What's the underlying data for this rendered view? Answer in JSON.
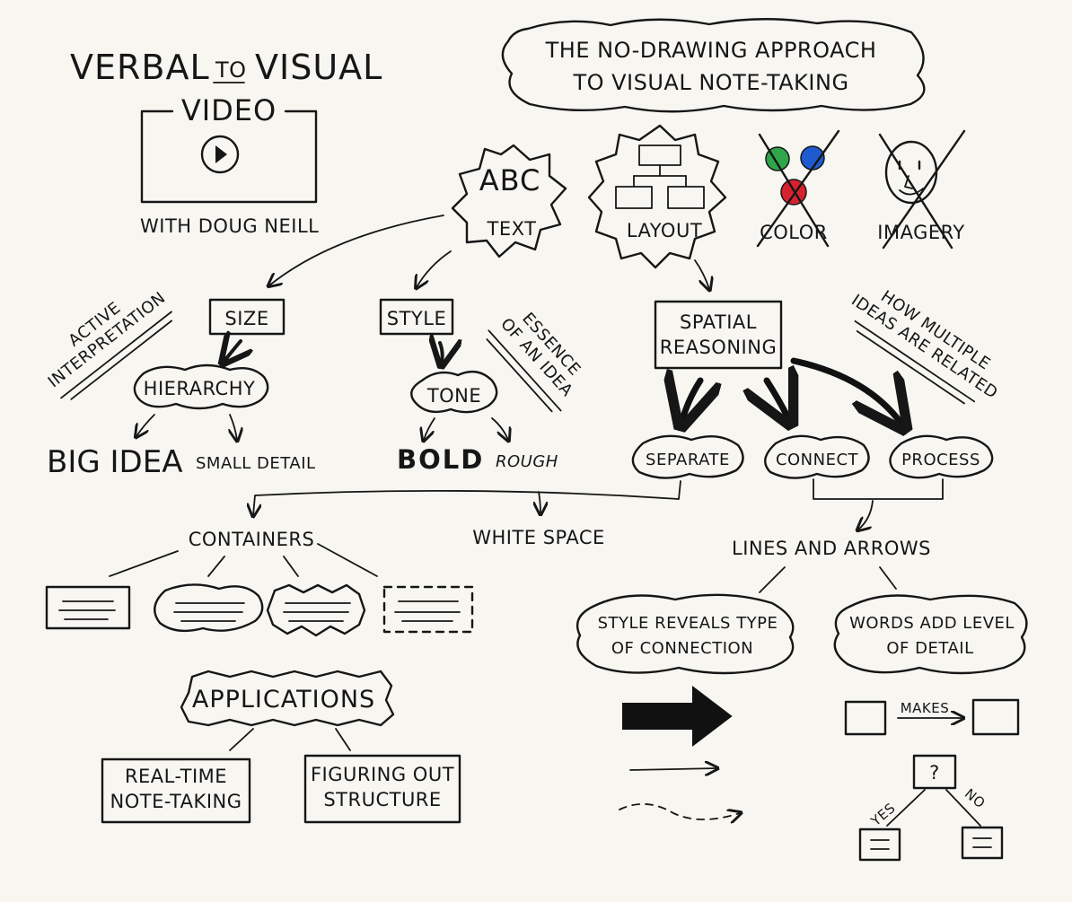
{
  "header": {
    "brand_line1_left": "VERBAL",
    "brand_line1_mid": "TO",
    "brand_line1_right": "VISUAL",
    "video_label": "VIDEO",
    "byline": "WITH DOUG NEILL",
    "title_line1": "THE NO-DRAWING APPROACH",
    "title_line2": "TO VISUAL NOTE-TAKING"
  },
  "top_elements": {
    "text_symbol": "ABC",
    "text_label": "TEXT",
    "layout_label": "LAYOUT",
    "color_label": "COLOR",
    "imagery_label": "IMAGERY",
    "color_dots": [
      "#2fa64a",
      "#1f5bd0",
      "#d6222e"
    ]
  },
  "text_branch": {
    "size": "SIZE",
    "hierarchy": "HIERARCHY",
    "big_idea": "BIG IDEA",
    "small_detail": "SMALL DETAIL",
    "active_line1": "ACTIVE",
    "active_line2": "INTERPRETATION",
    "style": "STYLE",
    "tone": "TONE",
    "bold": "BOLD",
    "rough": "ROUGH",
    "essence_line1": "ESSENCE",
    "essence_line2": "OF AN IDEA"
  },
  "layout_branch": {
    "spatial_line1": "SPATIAL",
    "spatial_line2": "REASONING",
    "how_line1": "HOW MULTIPLE",
    "how_line2": "IDEAS ARE RELATED",
    "separate": "SEPARATE",
    "connect": "CONNECT",
    "process": "PROCESS"
  },
  "lower_left": {
    "containers": "CONTAINERS",
    "white_space": "WHITE SPACE",
    "applications": "APPLICATIONS",
    "app1_line1": "REAL-TIME",
    "app1_line2": "NOTE-TAKING",
    "app2_line1": "FIGURING OUT",
    "app2_line2": "STRUCTURE"
  },
  "lower_right": {
    "lines_and_arrows": "LINES AND ARROWS",
    "style_reveals_line1": "STYLE REVEALS TYPE",
    "style_reveals_line2": "OF CONNECTION",
    "words_add_line1": "WORDS ADD LEVEL",
    "words_add_line2": "OF DETAIL",
    "makes": "MAKES",
    "question": "?",
    "yes": "YES",
    "no": "NO"
  }
}
